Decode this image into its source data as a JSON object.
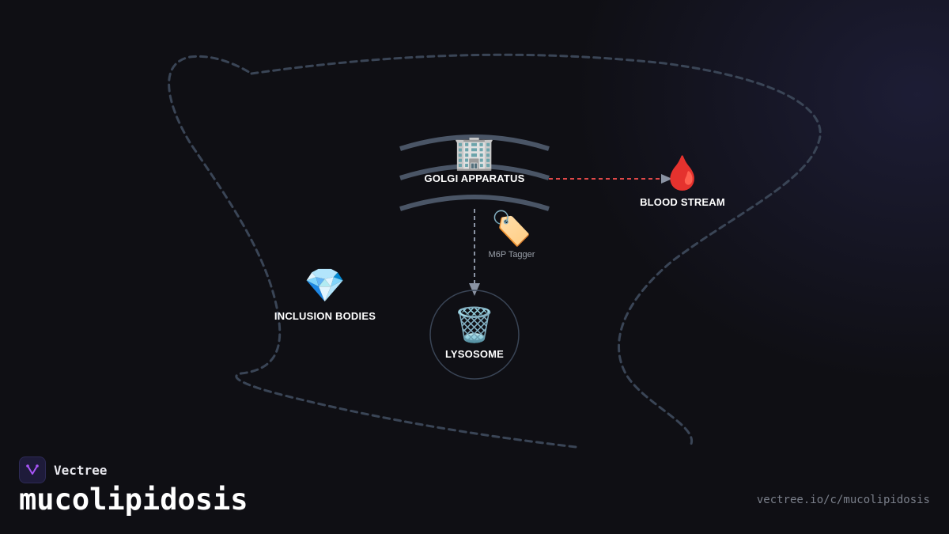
{
  "nodes": {
    "golgi": {
      "icon": "🏢",
      "icon_name": "office-building-icon",
      "label": "GOLGI APPARATUS"
    },
    "blood": {
      "icon": "🩸",
      "icon_name": "blood-drop-icon",
      "label": "BLOOD STREAM"
    },
    "tagger": {
      "icon": "🏷️",
      "icon_name": "tag-icon",
      "label": "M6P Tagger"
    },
    "inclusion": {
      "icon": "💎",
      "icon_name": "gem-icon",
      "label": "INCLUSION BODIES"
    },
    "lysosome": {
      "icon": "🗑️",
      "icon_name": "wastebasket-icon",
      "label": "LYSOSOME"
    }
  },
  "colors": {
    "cell_membrane": "#3a4556",
    "golgi_cisternae": "#4a5566",
    "arrow_red": "#e04848",
    "arrow_gray": "#8a93a3",
    "lysosome_ring": "#3a4556"
  },
  "footer": {
    "brand": "Vectree",
    "title": "mucolipidosis",
    "url": "vectree.io/c/mucolipidosis"
  }
}
